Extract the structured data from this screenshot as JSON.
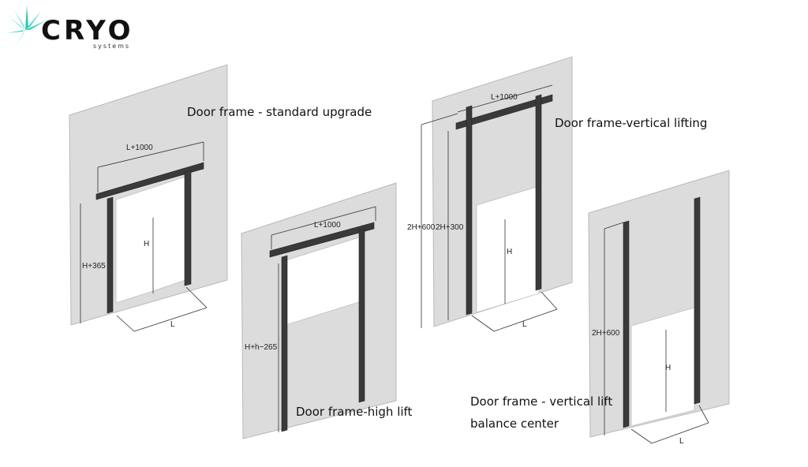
{
  "logo": {
    "wordmark": "CRYO",
    "subtitle": "systems",
    "color_leaf": "#2fd0b8",
    "color_text": "#111111"
  },
  "figures": [
    {
      "caption": "Door frame - standard upgrade",
      "dims": {
        "top": "L+1000",
        "side": "H+365",
        "height": "H",
        "width": "L"
      }
    },
    {
      "caption": "Door frame-high lift",
      "dims": {
        "top": "L+1000",
        "side": "H+h−265"
      }
    },
    {
      "caption": "Door frame-vertical lifting",
      "dims": {
        "top": "L+1000",
        "outer": "2H+600",
        "inner": "2H+300",
        "height": "H",
        "width": "L"
      }
    },
    {
      "caption_line1": "Door frame - vertical lift",
      "caption_line2": "balance center",
      "dims": {
        "side": "2H+600",
        "height": "H",
        "width": "L"
      }
    }
  ]
}
